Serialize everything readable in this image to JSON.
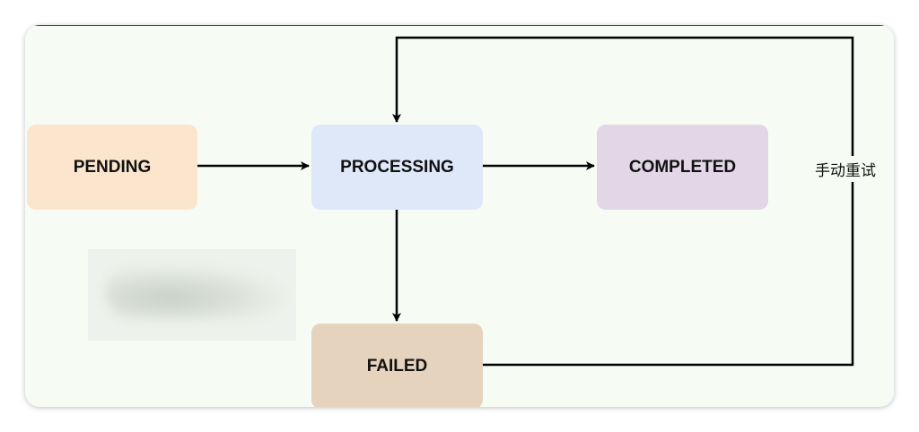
{
  "nodes": {
    "pending": {
      "label": "PENDING",
      "color": "#fbe5cd"
    },
    "processing": {
      "label": "PROCESSING",
      "color": "#dee8f8"
    },
    "completed": {
      "label": "COMPLETED",
      "color": "#e2d6e7"
    },
    "failed": {
      "label": "FAILED",
      "color": "#e6d3bd"
    }
  },
  "edges": {
    "retry_label": "手动重试"
  }
}
